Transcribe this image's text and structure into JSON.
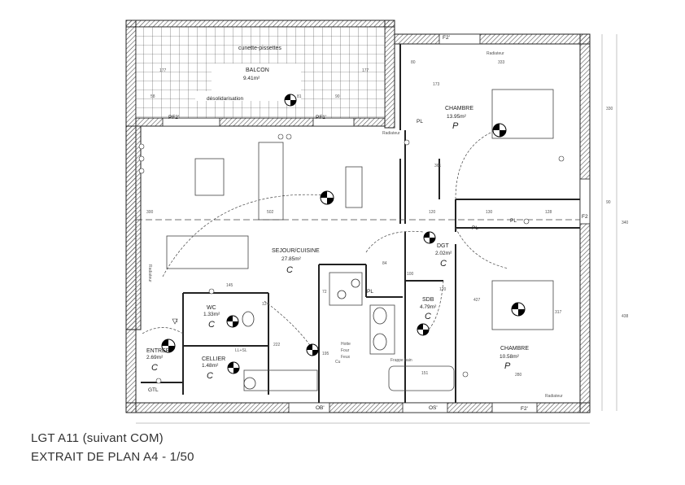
{
  "caption": {
    "line1": "LGT A11 (suivant COM)",
    "line2": "EXTRAIT DE PLAN A4 - 1/50"
  },
  "rooms": {
    "balcon": {
      "name": "BALCON",
      "area": "9.41m²"
    },
    "chambre1": {
      "name": "CHAMBRE",
      "area": "13.95m²",
      "tag": "P"
    },
    "sejour": {
      "name": "SEJOUR/CUISINE",
      "area": "27.85m²",
      "tag": "C"
    },
    "dgt": {
      "name": "DGT",
      "area": "2.02m²",
      "tag": "C"
    },
    "wc": {
      "name": "WC",
      "area": "1.33m²",
      "tag": "C"
    },
    "sdb": {
      "name": "SDB",
      "area": "4.79m²",
      "tag": "C"
    },
    "entree": {
      "name": "ENTREE",
      "area": "2.69m²",
      "tag": "C"
    },
    "cellier": {
      "name": "CELLIER",
      "area": "1.48m²",
      "tag": "C"
    },
    "chambre2": {
      "name": "CHAMBRE",
      "area": "10.58m²",
      "tag": "P"
    }
  },
  "labels": {
    "cunette": "cunette-pissettes",
    "desolidarisation": "désolidarisation",
    "pf2": "PF2'",
    "pf1": "PF1'",
    "f2top": "F2'",
    "f2right": "F2",
    "f2bottom": "F2'",
    "ob": "OB'",
    "os": "OS'",
    "pl1": "PL",
    "pl2": "PL",
    "pl3": "PL",
    "pl4": "PL",
    "radiateur1": "Radiateur",
    "radiateur2": "Radiateur",
    "radiateur3": "Radiateur",
    "radiateur4": "Radiateur",
    "gtl": "GTL",
    "llsl": "LL+SL",
    "hotte": "Hotte",
    "four": "Four",
    "feux": "Feux",
    "cu": "Cu",
    "frappe_bain": "Frappe bain",
    "triangle": "1"
  },
  "dimensions": {
    "d333": "333",
    "d330": "330",
    "d80a": "80",
    "d173": "173",
    "d90": "90",
    "d81": "81",
    "d58": "58",
    "d177a": "177",
    "d177b": "177",
    "d361": "361",
    "d120a": "120",
    "d130": "130",
    "d128": "128",
    "d90b": "90",
    "d340": "340",
    "d502": "502",
    "d300": "300",
    "d145": "145",
    "d124": "124",
    "d120b": "120",
    "d427": "427",
    "d317": "317",
    "d438": "438",
    "d280": "280",
    "d151": "151",
    "d100": "100",
    "d84": "84",
    "d72": "72",
    "d222": "222",
    "d195": "195"
  }
}
